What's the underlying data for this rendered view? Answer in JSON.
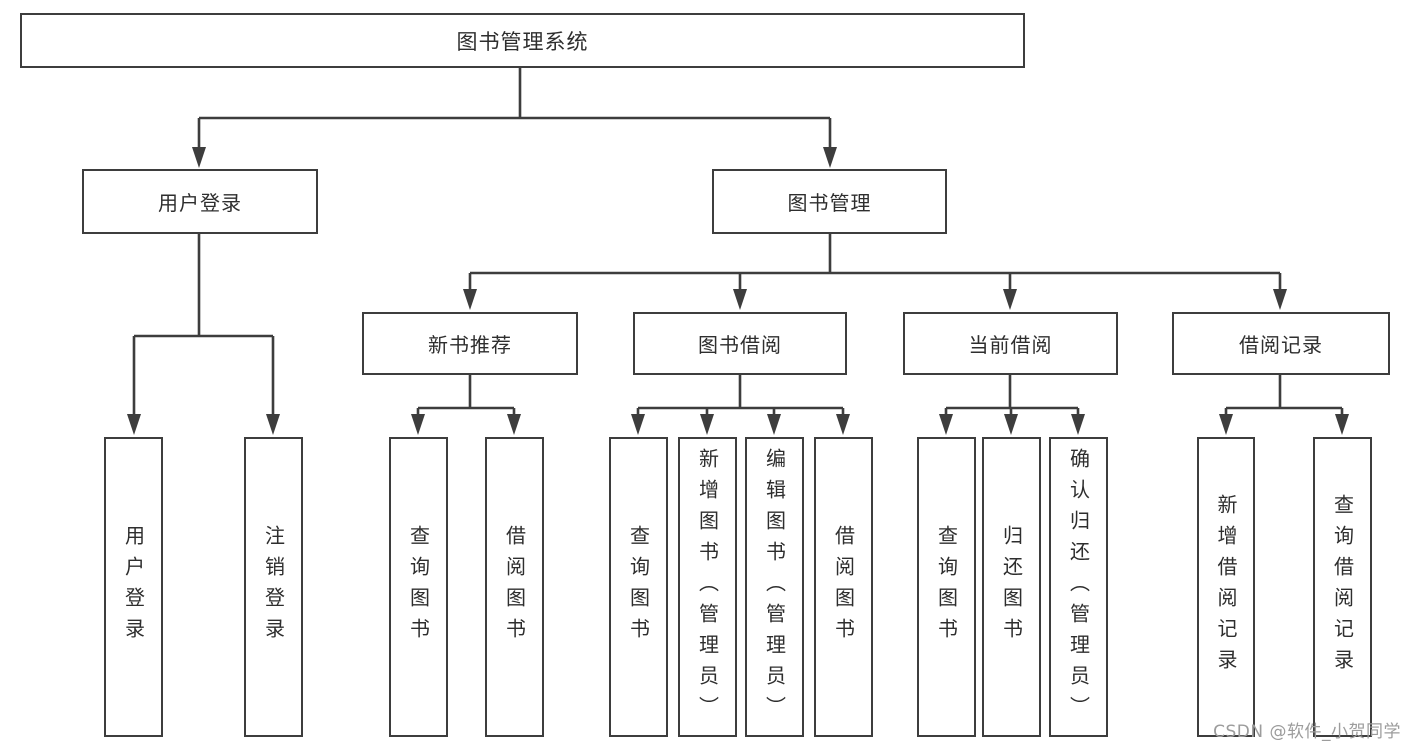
{
  "colors": {
    "line": "#3d3d3d",
    "text": "#2e2e2e",
    "watermark": "#9c9c9c"
  },
  "watermark": {
    "text": "CSDN @软件_小贺同学"
  },
  "diagram": {
    "root": {
      "label": "图书管理系统",
      "children": [
        {
          "label": "用户登录",
          "children": [
            {
              "label": "用户登录"
            },
            {
              "label": "注销登录"
            }
          ]
        },
        {
          "label": "图书管理",
          "children": [
            {
              "label": "新书推荐",
              "children": [
                {
                  "label": "查询图书"
                },
                {
                  "label": "借阅图书"
                }
              ]
            },
            {
              "label": "图书借阅",
              "children": [
                {
                  "label": "查询图书"
                },
                {
                  "label": "新增图书（管理员）"
                },
                {
                  "label": "编辑图书（管理员）"
                },
                {
                  "label": "借阅图书"
                }
              ]
            },
            {
              "label": "当前借阅",
              "children": [
                {
                  "label": "查询图书"
                },
                {
                  "label": "归还图书"
                },
                {
                  "label": "确认归还（管理员）"
                }
              ]
            },
            {
              "label": "借阅记录",
              "children": [
                {
                  "label": "新增借阅记录"
                },
                {
                  "label": "查询借阅记录"
                }
              ]
            }
          ]
        }
      ]
    }
  }
}
